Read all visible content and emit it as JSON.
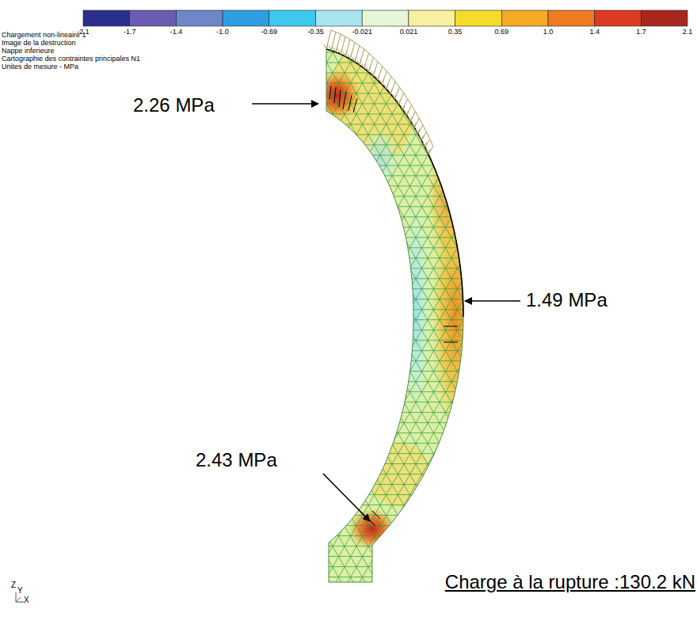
{
  "diagram": {
    "caption": "Charge à la rupture :130.2 kN",
    "labels": [
      "-2.1",
      "-1.7",
      "-1.4",
      "-1.0",
      "-0.69",
      "-0.35",
      "-0.021",
      "0.021",
      "0.35",
      "0.69",
      "1.0",
      "1.4",
      "1.7",
      "2.1",
      "Chargement non-lineaire 1",
      "Image de la destruction",
      "Nappe inferieure",
      "Cartographie des contraintes principales N1",
      "Unites de mesure - MPa",
      "2.26 MPa",
      "1.49 MPa",
      "2.43 MPa",
      "Z",
      "Y",
      "X"
    ]
  }
}
